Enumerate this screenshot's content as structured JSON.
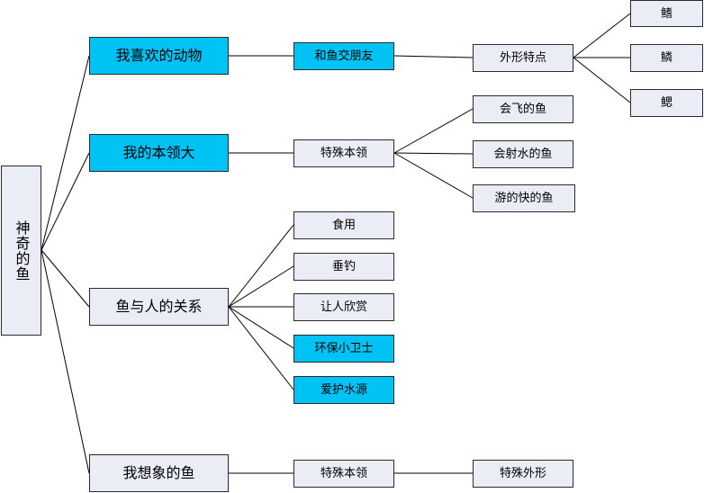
{
  "root": "神奇的鱼",
  "branches": {
    "animal": "我喜欢的动物",
    "skill": "我的本领大",
    "relation": "鱼与人的关系",
    "imagine": "我想象的鱼"
  },
  "animal": {
    "friend": "和鱼交朋友",
    "appearance": "外形特点",
    "parts": [
      "鳍",
      "鳞",
      "鳃"
    ]
  },
  "skill": {
    "special": "特殊本领",
    "fish": [
      "会飞的鱼",
      "会射水的鱼",
      "游的快的鱼"
    ]
  },
  "relation": {
    "items": [
      "食用",
      "垂钓",
      "让人欣赏",
      "环保小卫士",
      "爱护水源"
    ]
  },
  "imagine": {
    "special": "特殊本领",
    "shape": "特殊外形"
  },
  "colors": {
    "highlight": "#00c3f5",
    "node": "#eaecf6",
    "border": "#2a2a2a"
  }
}
